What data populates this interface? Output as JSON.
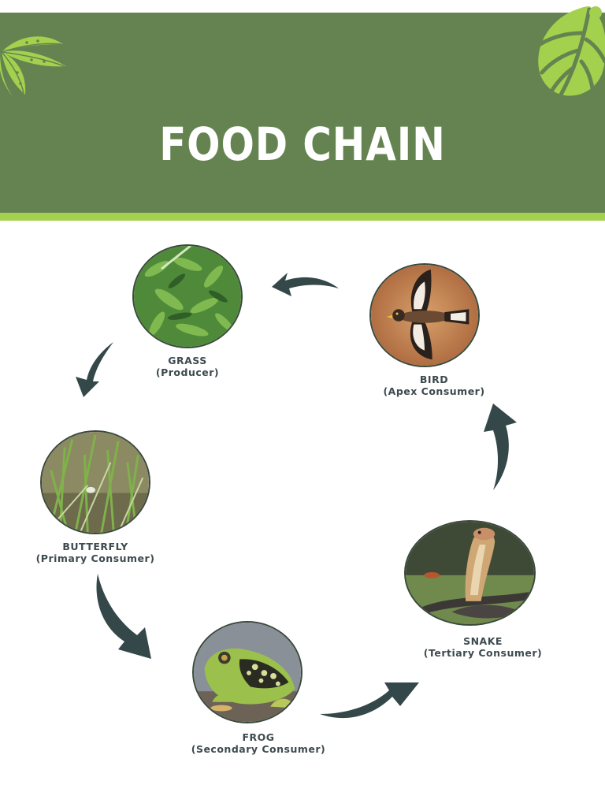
{
  "title": "FOOD CHAIN",
  "colors": {
    "header": "#658350",
    "stripe": "#a3d14e",
    "leaf": "#a3d14e",
    "arrow": "#34484a",
    "label": "#3d4a4e"
  },
  "nodes": [
    {
      "name": "GRASS",
      "role": "(Producer)",
      "icon": "grass-photo"
    },
    {
      "name": "BUTTERFLY",
      "role": "(Primary Consumer)",
      "icon": "grass-field-photo"
    },
    {
      "name": "FROG",
      "role": "(Secondary Consumer)",
      "icon": "frog-photo"
    },
    {
      "name": "SNAKE",
      "role": "(Tertiary Consumer)",
      "icon": "cobra-photo"
    },
    {
      "name": "BIRD",
      "role": "(Apex Consumer)",
      "icon": "bird-photo"
    }
  ],
  "flow": [
    {
      "from": "GRASS",
      "to": "BUTTERFLY"
    },
    {
      "from": "BUTTERFLY",
      "to": "FROG"
    },
    {
      "from": "FROG",
      "to": "SNAKE"
    },
    {
      "from": "SNAKE",
      "to": "BIRD"
    },
    {
      "from": "BIRD",
      "to": "GRASS"
    }
  ]
}
